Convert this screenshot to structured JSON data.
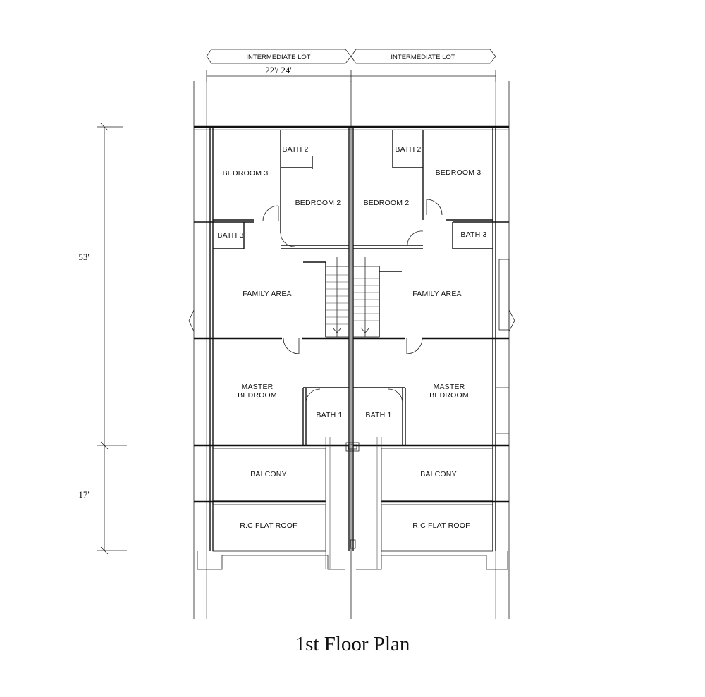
{
  "title": "1st Floor Plan",
  "header": {
    "left_lot": "INTERMEDIATE LOT",
    "right_lot": "INTERMEDIATE LOT",
    "width_dimension": "22'/ 24'"
  },
  "dimensions": {
    "main_depth": "53'",
    "rear_depth": "17'"
  },
  "rooms": {
    "left": {
      "bedroom3": "BEDROOM 3",
      "bath2": "BATH 2",
      "bedroom2": "BEDROOM 2",
      "bath3": "BATH 3",
      "family_area": "FAMILY AREA",
      "master_line1": "MASTER",
      "master_line2": "BEDROOM",
      "bath1": "BATH 1",
      "balcony": "BALCONY",
      "flat_roof": "R.C FLAT ROOF"
    },
    "right": {
      "bath2": "BATH 2",
      "bedroom2": "BEDROOM 2",
      "bedroom3": "BEDROOM 3",
      "bath3": "BATH 3",
      "family_area": "FAMILY AREA",
      "master_line1": "MASTER",
      "master_line2": "BEDROOM",
      "bath1": "BATH 1",
      "balcony": "BALCONY",
      "flat_roof": "R.C FLAT ROOF"
    }
  }
}
